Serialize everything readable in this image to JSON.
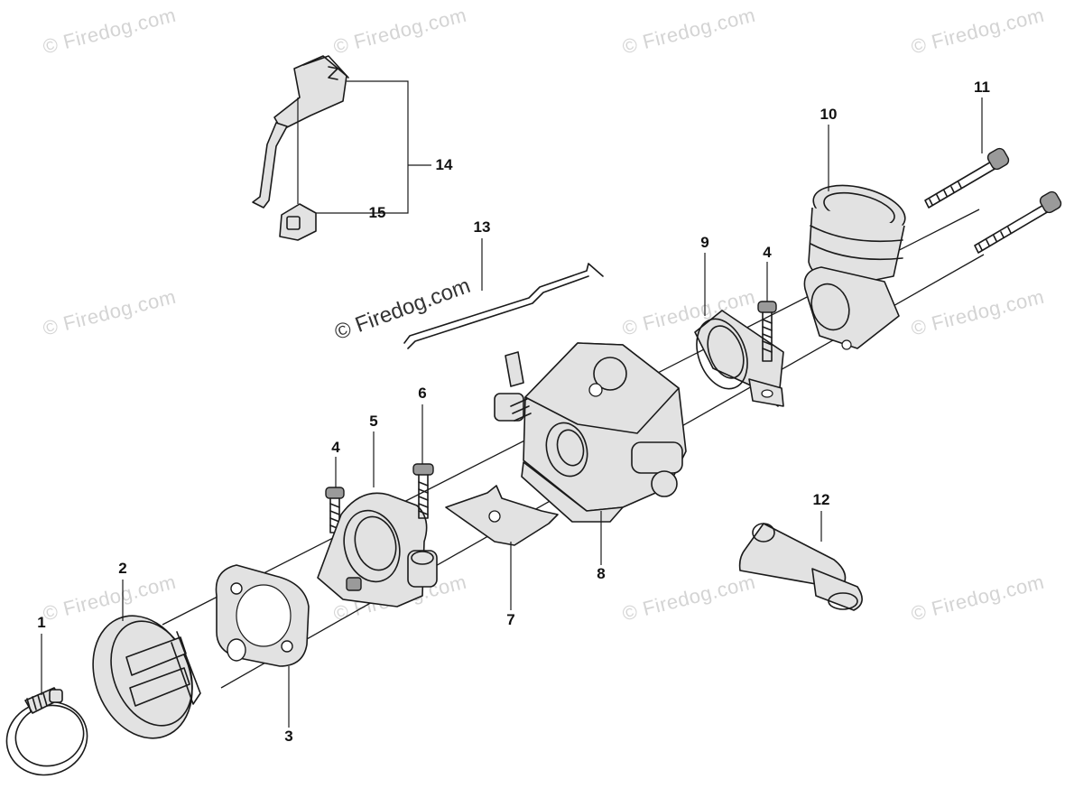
{
  "watermarks": [
    "© Firedog.com",
    "© Firedog.com",
    "© Firedog.com",
    "© Firedog.com",
    "© Firedog.com",
    "© Firedog.com",
    "© Firedog.com",
    "© Firedog.com",
    "© Firedog.com",
    "© Firedog.com",
    "© Firedog.com"
  ],
  "center_watermark": "© Firedog.com",
  "callouts": [
    "1",
    "2",
    "3",
    "4",
    "5",
    "6",
    "7",
    "8",
    "9",
    "4",
    "10",
    "11",
    "12",
    "13",
    "14",
    "15"
  ],
  "colors": {
    "line": "#1a1a1a",
    "part_fill": "#e2e2e2",
    "watermark": "#d4d4d4"
  }
}
